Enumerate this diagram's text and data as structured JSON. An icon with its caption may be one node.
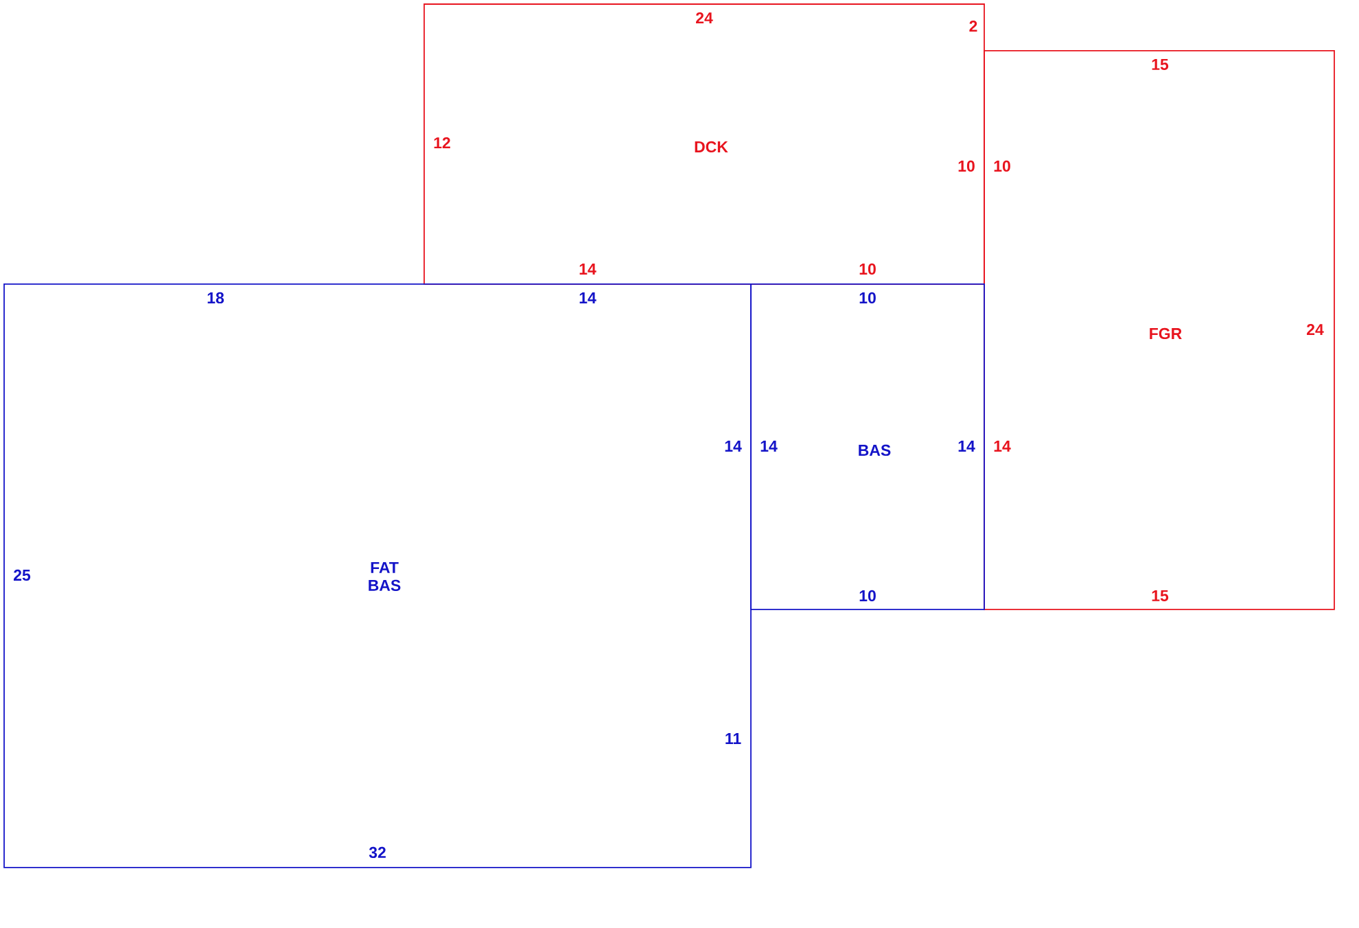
{
  "diagram": {
    "nodes": [
      {
        "text": [
          "DCK",
          "24",
          "2",
          "12",
          "10",
          "14",
          "10"
        ]
      },
      {
        "text": [
          "FGR",
          "15",
          "10",
          "24",
          "14",
          "15"
        ]
      },
      {
        "text": [
          "FAT BAS",
          "18",
          "14",
          "25",
          "14",
          "11",
          "32"
        ]
      },
      {
        "text": [
          "BAS",
          "10",
          "14",
          "14",
          "10"
        ]
      }
    ]
  }
}
